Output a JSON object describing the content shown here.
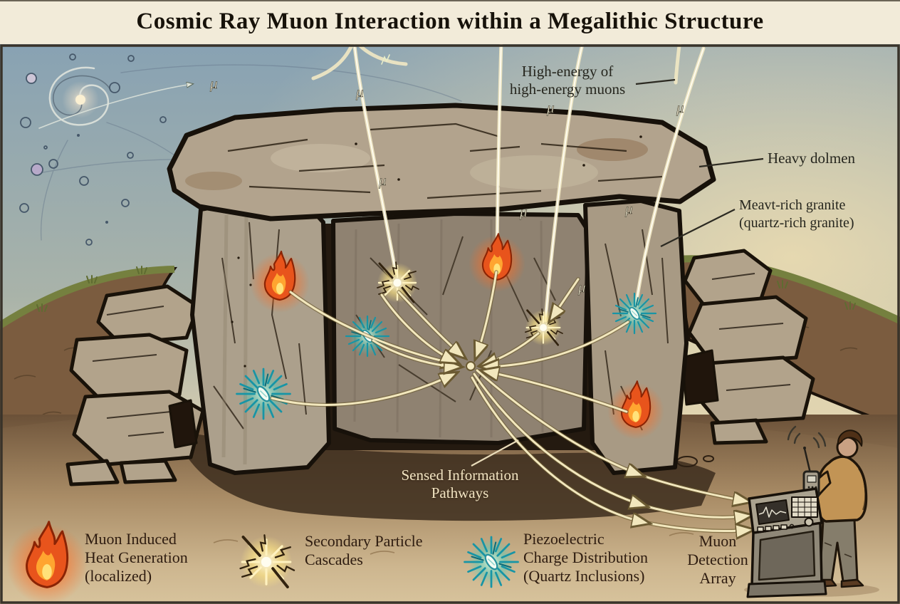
{
  "title": "Cosmic Ray Muon Interaction within a Megalithic Structure",
  "labels": {
    "muon_source": "High-energy of\nhigh-energy muons",
    "dolmen": "Heavy dolmen",
    "granite": "Meavt-rich granite\n(quartz-rich granite)",
    "pathways": "Sensed Information\nPathways"
  },
  "legend": [
    {
      "icon": "flame-icon",
      "label": "Muon Induced\nHeat Generation\n(localized)"
    },
    {
      "icon": "cascade-icon",
      "label": "Secondary Particle\nCascades"
    },
    {
      "icon": "piezo-burst-icon",
      "label": "Piezoelectric\nCharge Distribution\n(Quartz Inclusions)"
    },
    {
      "icon": "detector-console-icon",
      "label": "Muon\nDetection\nArray"
    }
  ],
  "symbols": {
    "muon": "μ"
  },
  "colors": {
    "title_ink": "#17120a",
    "sky_blue": "#88a2b3",
    "sky_warm": "#ecdbb6",
    "stone": "#b2a38b",
    "flame_orange": "#e8541c",
    "cascade_yellow": "#ffe682",
    "piezo_teal": "#1795a6",
    "arrow_cream": "#f2e7bd",
    "ground_brown": "#6b5138",
    "legend_ink": "#2e1c10"
  }
}
